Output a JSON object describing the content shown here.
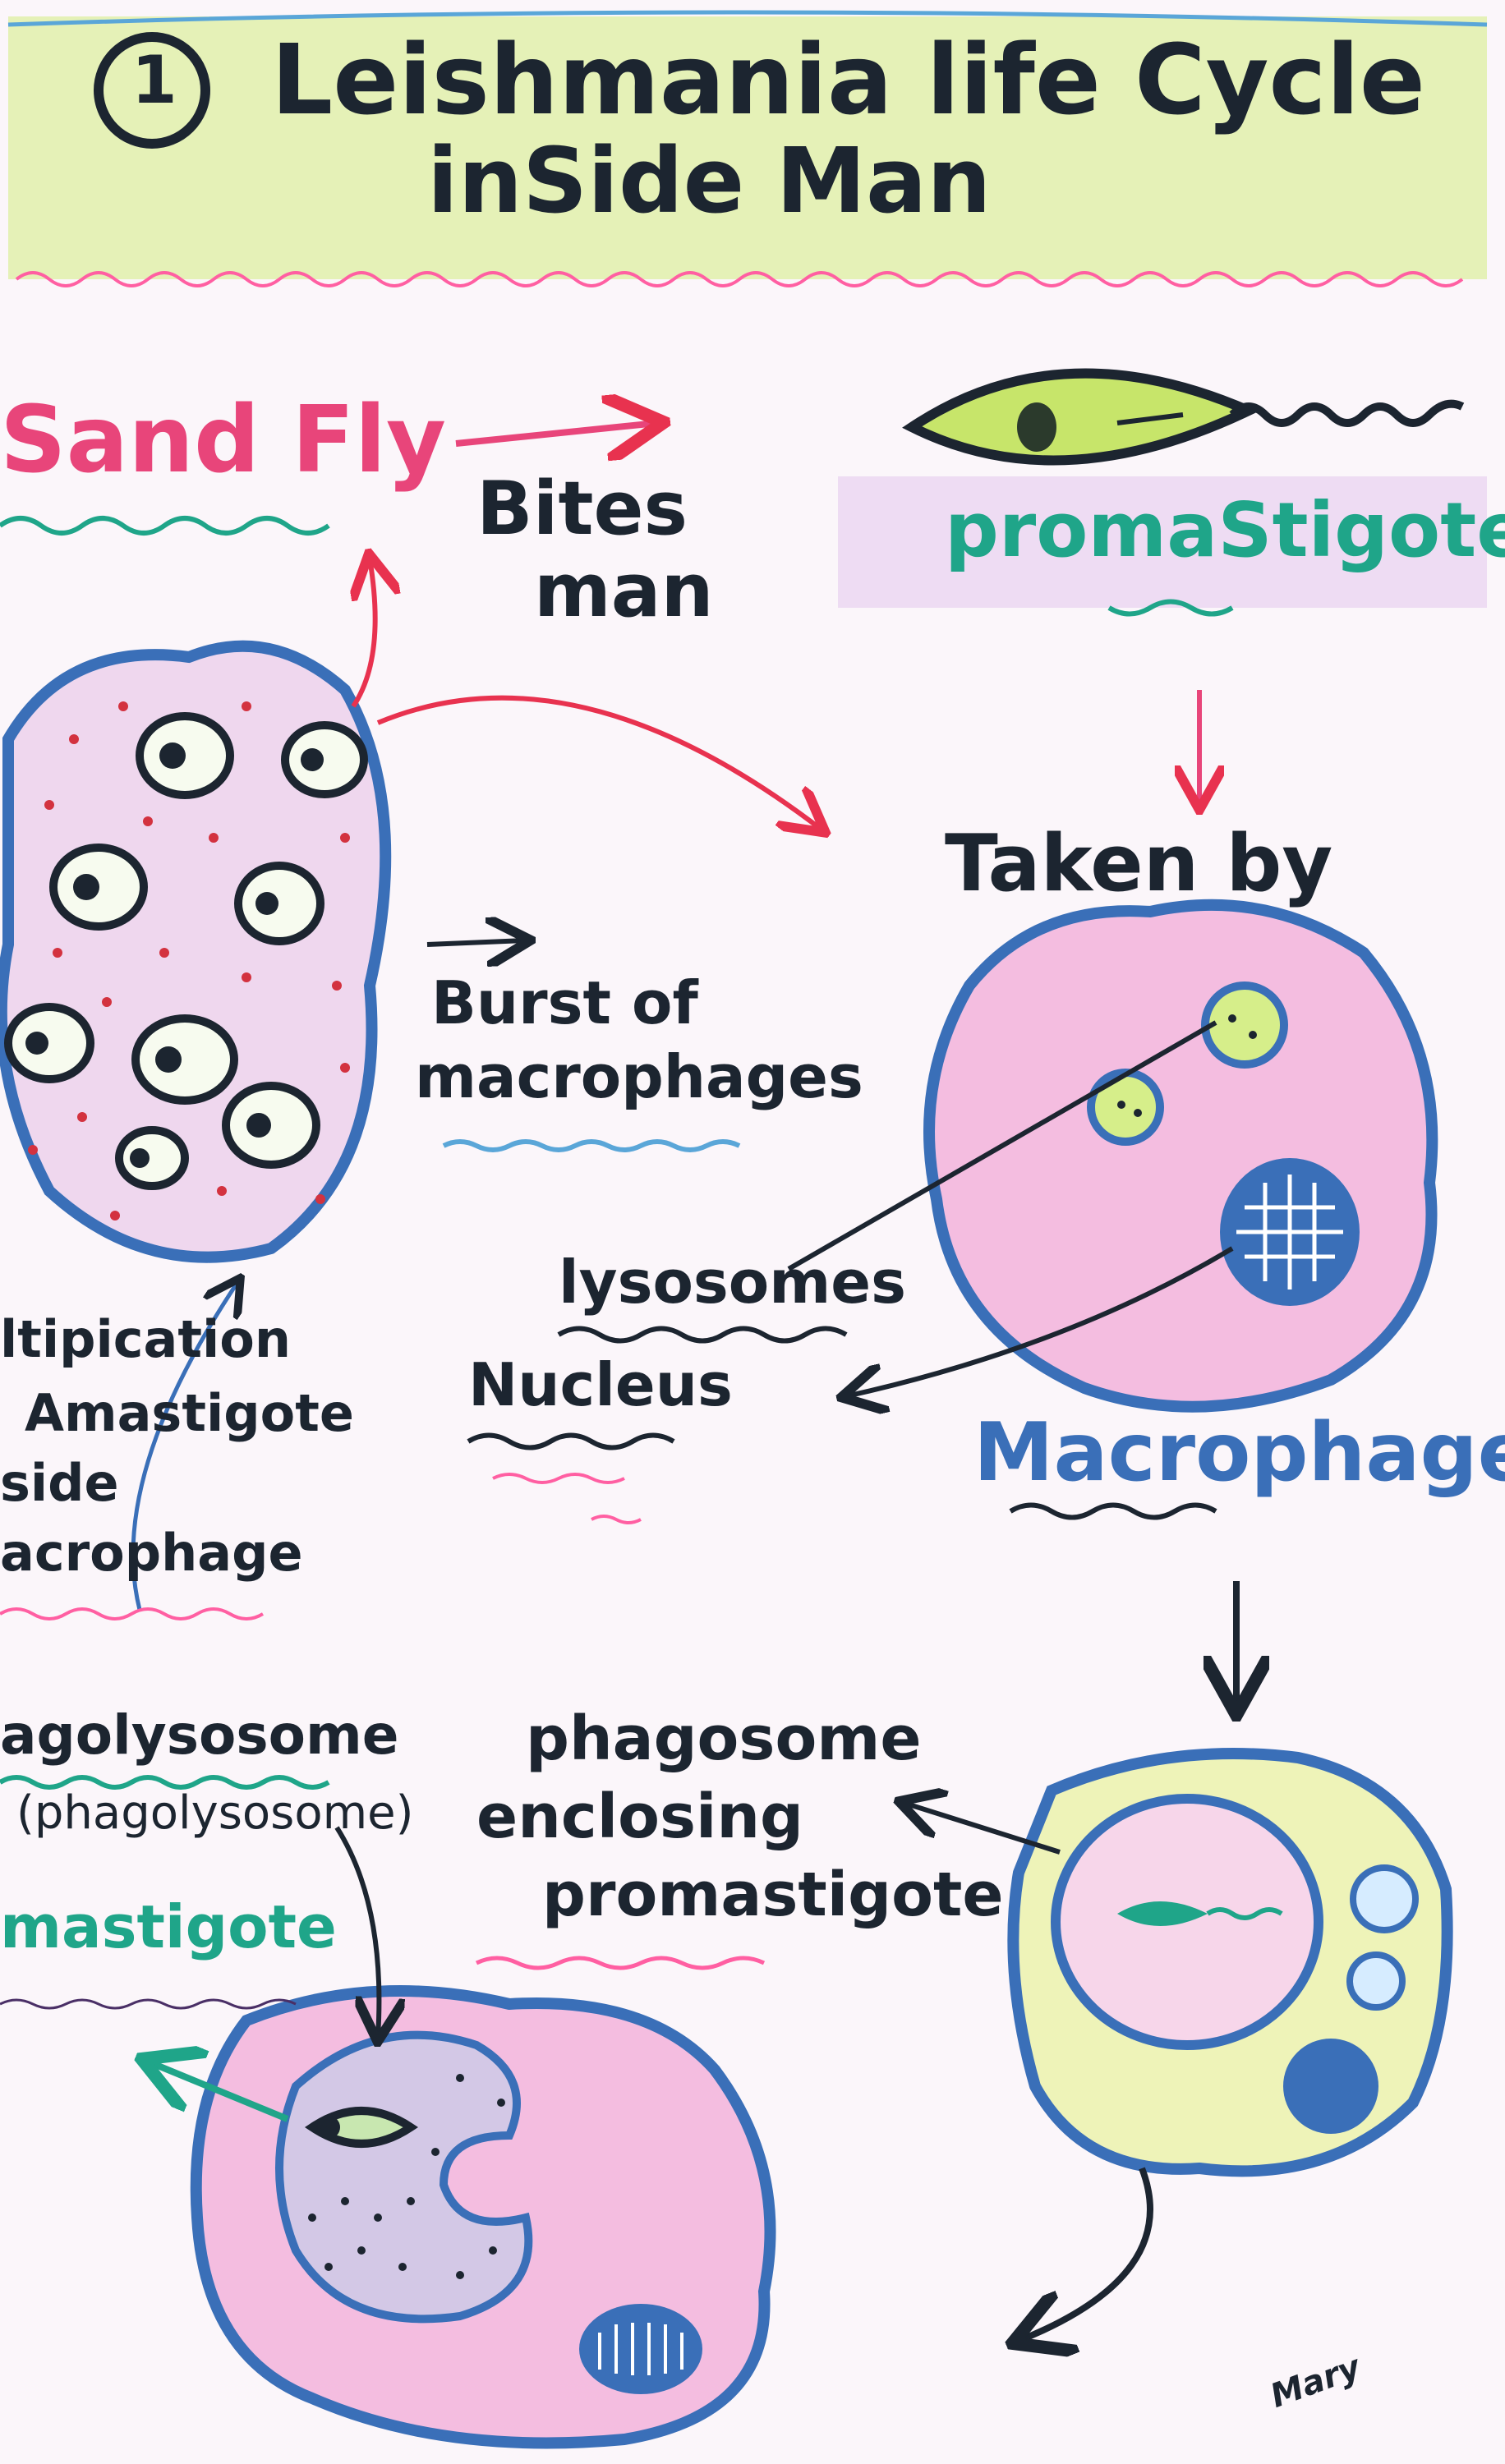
{
  "title": {
    "number": "1",
    "line1": "Leishmania life Cycle",
    "line2": "inSide Man"
  },
  "labels": {
    "sandfly": "Sand Fly",
    "bites_line1": "Bites",
    "bites_line2": "man",
    "promastigote": "promaStigote",
    "taken_by": "Taken by",
    "burst_line1": "Burst of",
    "burst_line2": "macrophages",
    "lysosomes": "lysosomes",
    "nucleus": "Nucleus",
    "macrophage": "Macrophage",
    "multiplication_line1": "ltipication",
    "multiplication_line2": "Amastigote",
    "multiplication_line3": "side",
    "multiplication_line4": "acrophage",
    "phagolysosome": "agolysosome",
    "phagolysosome_paren": "(phagolysosome)",
    "amastigote": "mastigote",
    "phagosome_line1": "phagosome",
    "phagosome_line2": "enclosing",
    "phagosome_line3": "promastigote",
    "signature": "Mary"
  },
  "colors": {
    "outline": "#3a6fb8",
    "pink_fill": "#f2b9de",
    "yellow_fill": "#e9f2a0",
    "title_band": "#dcef9a",
    "arrow_red": "#e8324f",
    "ink": "#1c2530",
    "teal": "#1fa589"
  }
}
